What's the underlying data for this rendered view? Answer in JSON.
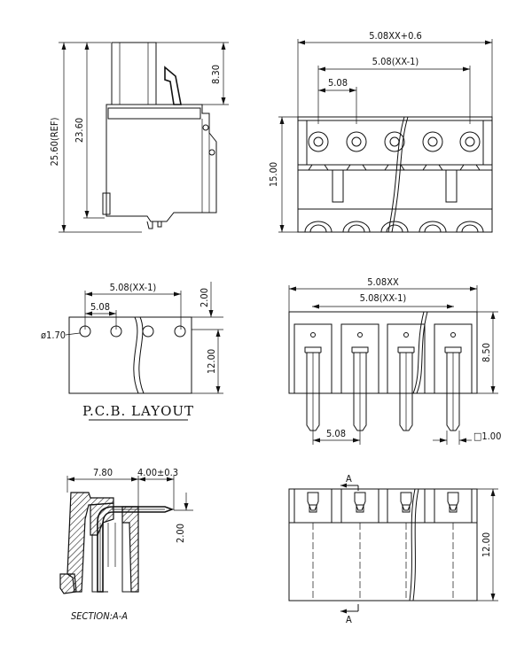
{
  "side_view": {
    "overall_height": "25.60(REF)",
    "body_height": "23.60",
    "top_height": "8.30"
  },
  "front_view": {
    "overall_width": "5.08XX+0.6",
    "span": "5.08(XX-1)",
    "pitch": "5.08",
    "height": "15.00"
  },
  "pcb_layout": {
    "span": "5.08(XX-1)",
    "pitch": "5.08",
    "hole_diameter": "ø1.70",
    "top_offset": "2.00",
    "depth": "12.00",
    "caption": "P.C.B. LAYOUT"
  },
  "bottom_view": {
    "width": "5.08XX",
    "span": "5.08(XX-1)",
    "height": "8.50",
    "pitch": "5.08",
    "pin_size": "□1.00"
  },
  "section_view": {
    "width": "7.80",
    "pin_length": "4.00±0.3",
    "pin_height": "2.00",
    "caption": "SECTION:A-A"
  },
  "rear_view": {
    "height": "12.00",
    "section_mark": "A"
  }
}
